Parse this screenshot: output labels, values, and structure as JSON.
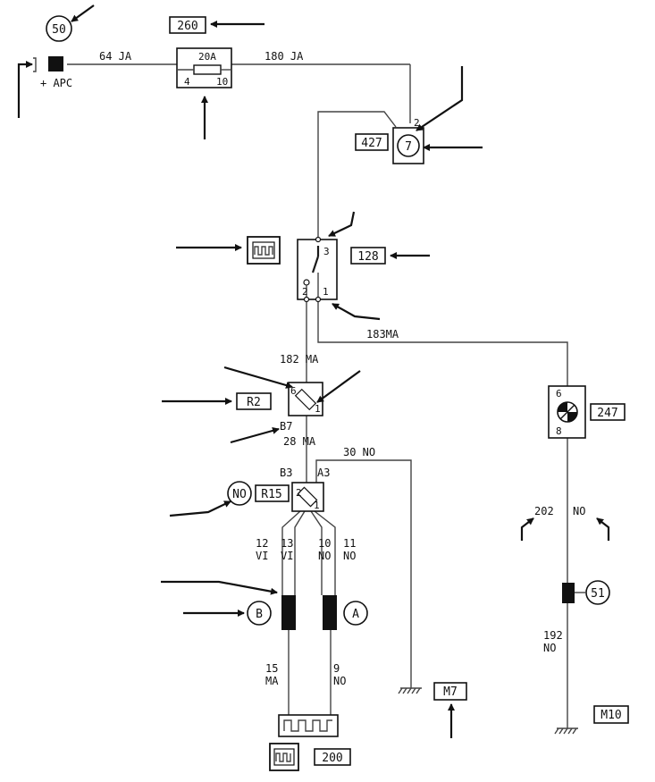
{
  "connectors": {
    "c50": "50",
    "c51": "51",
    "cNO": "NO",
    "cB": "B",
    "cA": "A"
  },
  "components": {
    "c260": "260",
    "c427": "427",
    "c128": "128",
    "cR2": "R2",
    "c247": "247",
    "cR15": "R15",
    "cM7": "M7",
    "cM10": "M10",
    "c200": "200"
  },
  "fuse": {
    "rating": "20A",
    "pin_in": "4",
    "pin_out": "10"
  },
  "switch_427": {
    "symbol": "7",
    "pin": "2"
  },
  "switch_128": {
    "pin_top": "3",
    "pin_left": "2",
    "pin_right": "1"
  },
  "relay_R2": {
    "pin_top": "6",
    "pin_bottom": "1"
  },
  "relay_R15": {
    "pin_top": "2",
    "pin_bottom": "1"
  },
  "lamp_247": {
    "pin_top": "6",
    "pin_bottom": "8"
  },
  "wires": {
    "w64": "64 JA",
    "w180": "180 JA",
    "w182": "182 MA",
    "w183": "183MA",
    "w28": "28 MA",
    "w30": "30 NO",
    "w202_num": "202",
    "w202_col": "NO",
    "w12_num": "12",
    "w12_col": "VI",
    "w13_num": "13",
    "w13_col": "VI",
    "w10_num": "10",
    "w10_col": "NO",
    "w11_num": "11",
    "w11_col": "NO",
    "w15_num": "15",
    "w15_col": "MA",
    "w9_num": "9",
    "w9_col": "NO",
    "w192_num": "192",
    "w192_col": "NO"
  },
  "pins": {
    "b7": "B7",
    "b3": "B3",
    "a3": "A3"
  },
  "supply_label": "+ APC"
}
